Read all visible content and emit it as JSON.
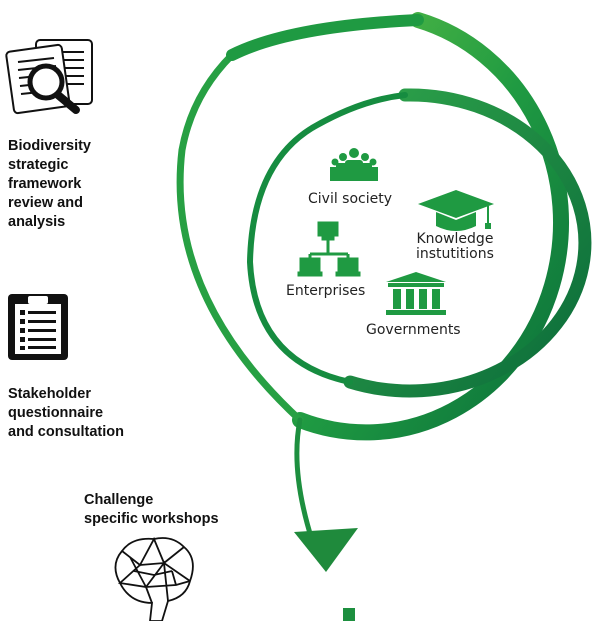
{
  "left_items": [
    {
      "lines": [
        "Biodiversity",
        "strategic",
        "framework",
        "review and",
        "analysis"
      ],
      "icon": "document-magnifier-icon"
    },
    {
      "lines": [
        "Stakeholder",
        "questionnaire",
        "and consultation"
      ],
      "icon": "clipboard-checklist-icon"
    },
    {
      "lines": [
        "Challenge",
        "specific workshops"
      ],
      "icon": "brain-network-icon"
    }
  ],
  "stakeholders": [
    {
      "lines": [
        "Civil society"
      ],
      "icon": "people-group-icon"
    },
    {
      "lines": [
        "Knowledge",
        "instutitions"
      ],
      "icon": "graduation-cap-icon"
    },
    {
      "lines": [
        "Enterprises"
      ],
      "icon": "network-computers-icon"
    },
    {
      "lines": [
        "Governments"
      ],
      "icon": "government-building-icon"
    }
  ],
  "colors": {
    "green_dark": "#0a6e3a",
    "green_light": "#3db44a",
    "text": "#111111"
  }
}
